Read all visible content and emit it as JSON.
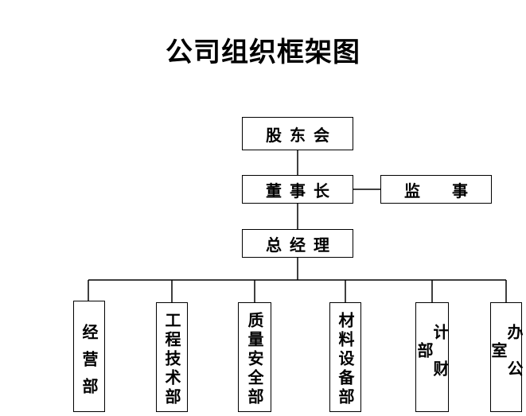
{
  "title": "公司组织框架图",
  "nodes": {
    "shareholders": "股东会",
    "chairman": "董事长",
    "supervisor": "监　事",
    "general_manager": "总经理"
  },
  "departments": [
    {
      "label": "经营部"
    },
    {
      "label": "工程技术部"
    },
    {
      "label": "质量安全部"
    },
    {
      "label": "材料设备部"
    },
    {
      "label": "计财部"
    },
    {
      "label": "办公室"
    }
  ]
}
